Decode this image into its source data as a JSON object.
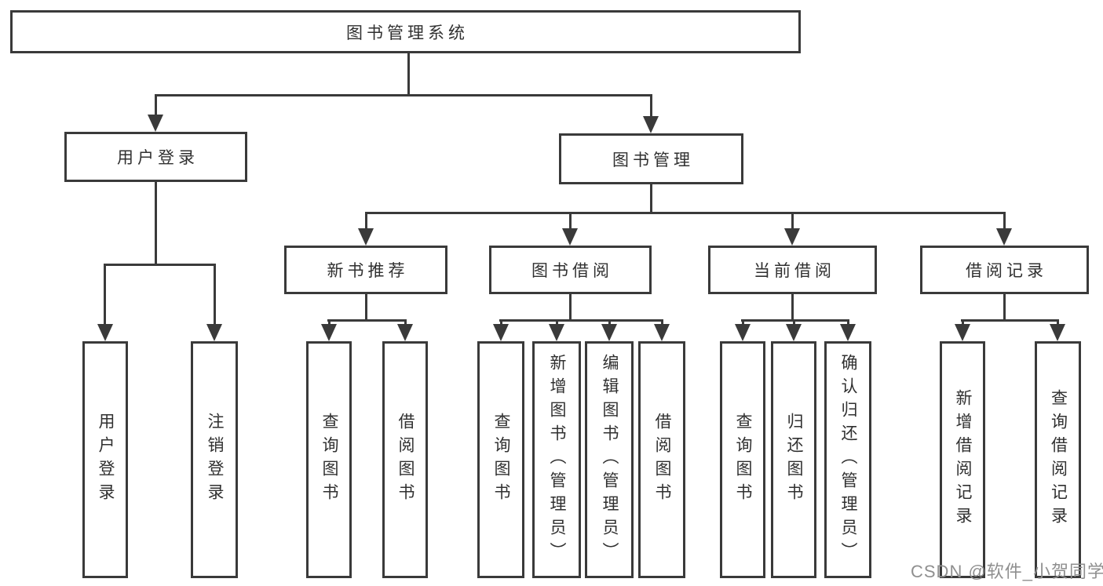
{
  "tree": {
    "label": "图书管理系统",
    "children": [
      {
        "label": "用户登录",
        "children": [
          {
            "label": "用户登录"
          },
          {
            "label": "注销登录"
          }
        ]
      },
      {
        "label": "图书管理",
        "children": [
          {
            "label": "新书推荐",
            "children": [
              {
                "label": "查询图书"
              },
              {
                "label": "借阅图书"
              }
            ]
          },
          {
            "label": "图书借阅",
            "children": [
              {
                "label": "查询图书"
              },
              {
                "label": "新增图书（管理员）"
              },
              {
                "label": "编辑图书（管理员）"
              },
              {
                "label": "借阅图书"
              }
            ]
          },
          {
            "label": "当前借阅",
            "children": [
              {
                "label": "查询图书"
              },
              {
                "label": "归还图书"
              },
              {
                "label": "确认归还（管理员）"
              }
            ]
          },
          {
            "label": "借阅记录",
            "children": [
              {
                "label": "新增借阅记录"
              },
              {
                "label": "查询借阅记录"
              }
            ]
          }
        ]
      }
    ]
  },
  "watermark": "CSDN @软件_小贺同学",
  "colors": {
    "line": "#3a3a3a",
    "text": "#303030",
    "background": "#ffffff",
    "watermark": "#8f8f8f"
  }
}
